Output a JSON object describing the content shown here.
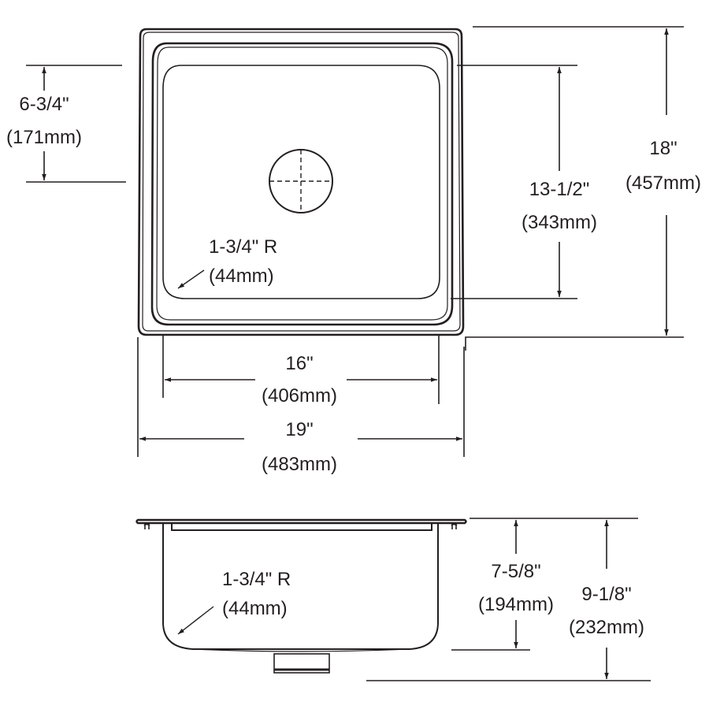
{
  "diagram": {
    "title": "Single bowl sink dimension drawing",
    "colors": {
      "line": "#231f20",
      "background": "#ffffff"
    },
    "top_view": {
      "drain_offset": {
        "inches": "6-3/4\"",
        "mm": "(171mm)"
      },
      "bowl_corner_radius": {
        "inches": "1-3/4\" R",
        "mm": "(44mm)"
      },
      "bowl_length": {
        "inches": "13-1/2\"",
        "mm": "(343mm)"
      },
      "overall_length": {
        "inches": "18\"",
        "mm": "(457mm)"
      },
      "bowl_width": {
        "inches": "16\"",
        "mm": "(406mm)"
      },
      "overall_width": {
        "inches": "19\"",
        "mm": "(483mm)"
      }
    },
    "side_view": {
      "bowl_corner_radius": {
        "inches": "1-3/4\" R",
        "mm": "(44mm)"
      },
      "bowl_depth": {
        "inches": "7-5/8\"",
        "mm": "(194mm)"
      },
      "overall_depth": {
        "inches": "9-1/8\"",
        "mm": "(232mm)"
      }
    }
  }
}
